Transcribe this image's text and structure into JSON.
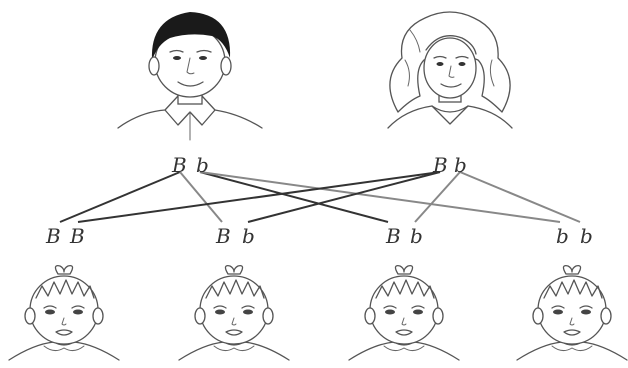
{
  "parents": [
    {
      "role": "father",
      "genotype": [
        "B",
        "b"
      ],
      "hair_color": "#1a1a1a"
    },
    {
      "role": "mother",
      "genotype": [
        "B",
        "b"
      ],
      "hair_color": "#ffffff"
    }
  ],
  "children": [
    {
      "genotype": [
        "B",
        "B"
      ]
    },
    {
      "genotype": [
        "B",
        "b"
      ]
    },
    {
      "genotype": [
        "B",
        "b"
      ]
    },
    {
      "genotype": [
        "b",
        "b"
      ]
    }
  ],
  "line_colors": {
    "dominant": "#333333",
    "recessive": "#888888"
  }
}
